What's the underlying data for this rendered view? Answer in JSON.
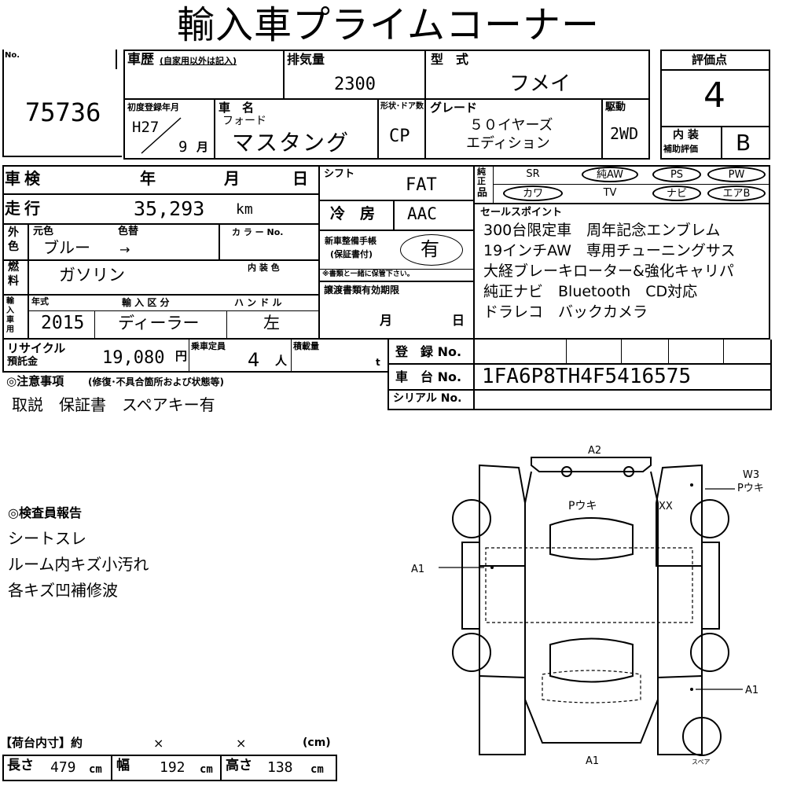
{
  "title": "輸入車プライムコーナー",
  "lot": {
    "label": "No.",
    "number": "75736"
  },
  "history": {
    "label": "車歴",
    "note": "(自家用以外は記入)"
  },
  "displacement": {
    "label": "排気量",
    "value": "2300"
  },
  "model_type": {
    "label": "型　式",
    "value": "フメイ"
  },
  "score": {
    "label": "評価点",
    "value": "4",
    "interior_label_1": "内 装",
    "interior_label_2": "補助評価",
    "interior_value": "B"
  },
  "first_reg": {
    "label": "初度登録年月",
    "era": "H27",
    "month": "9",
    "month_unit": "月"
  },
  "car_name": {
    "label": "車　名",
    "maker": "フォード",
    "name": "マスタング"
  },
  "body": {
    "label": "形状･ドア数",
    "value": "CP"
  },
  "grade": {
    "label": "グレード",
    "line1": "５０イヤーズ",
    "line2": "エディション"
  },
  "drive": {
    "label": "駆動",
    "value": "2WD"
  },
  "inspection": {
    "label": "車検",
    "year": "年",
    "month": "月",
    "day": "日"
  },
  "mileage": {
    "label": "走行",
    "value": "35,293",
    "unit": "km"
  },
  "color": {
    "side_label_1": "外",
    "side_label_2": "色",
    "orig_label": "元色",
    "change_label": "色替",
    "orig": "ブルー",
    "arrow": "→",
    "code_label": "カ ラ ー No."
  },
  "fuel": {
    "side_label_1": "燃",
    "side_label_2": "料",
    "value": "ガソリン",
    "interior_color_label": "内 装 色"
  },
  "import": {
    "side_label": "輸入車用",
    "year_label": "年式",
    "year": "2015",
    "type_label": "輸 入 区 分",
    "type": "ディーラー",
    "handle_label": "ハ ン ド ル",
    "handle": "左"
  },
  "shift": {
    "label": "シフト",
    "value": "FAT"
  },
  "ac": {
    "label": "冷　房",
    "value": "AAC"
  },
  "service_book": {
    "label1": "新車整備手帳",
    "label2": "(保証書付)",
    "value": "有",
    "note": "※書類と一緒に保管下さい。"
  },
  "transfer": {
    "label": "譲渡書類有効期限",
    "month": "月",
    "day": "日"
  },
  "equipment": {
    "side_label_1": "純正",
    "side_label_2": "品",
    "row1": [
      {
        "label": "SR",
        "on": false
      },
      {
        "label": "純AW",
        "on": true
      },
      {
        "label": "PS",
        "on": true
      },
      {
        "label": "PW",
        "on": true
      }
    ],
    "row2": [
      {
        "label": "カワ",
        "on": true
      },
      {
        "label": "TV",
        "on": false
      },
      {
        "label": "ナビ",
        "on": true
      },
      {
        "label": "エアB",
        "on": true
      }
    ]
  },
  "sales_points": {
    "label": "セールスポイント",
    "lines": [
      "300台限定車　周年記念エンブレム",
      "19インチAW　専用チューニングサス",
      "大経ブレーキローター&強化キャリパ",
      "純正ナビ　Bluetooth　CD対応",
      "ドラレコ　バックカメラ"
    ]
  },
  "recycle": {
    "label1": "リサイクル",
    "label2": "預託金",
    "value": "19,080",
    "unit": "円"
  },
  "capacity": {
    "label": "乗車定員",
    "value": "4",
    "unit": "人"
  },
  "load": {
    "label": "積載量",
    "unit": "t"
  },
  "registration": {
    "label": "登　録 No."
  },
  "chassis": {
    "label": "車　台 No.",
    "value": "1FA6P8TH4F5416575"
  },
  "serial": {
    "label": "シリアル No."
  },
  "notes": {
    "label": "◎注意事項",
    "sub": "(修復･不具合箇所および状態等)",
    "text": "取説　保証書　スペアキー有"
  },
  "inspector": {
    "label": "◎検査員報告",
    "lines": [
      "シートスレ",
      "ルーム内キズ小汚れ",
      "各キズ凹補修波"
    ]
  },
  "cargo": {
    "label": "【荷台内寸】約",
    "x1": "×",
    "x2": "×",
    "unit": "(cm)"
  },
  "dimensions": {
    "length_label": "長さ",
    "length": "479",
    "width_label": "幅",
    "width": "192",
    "height_label": "高さ",
    "height": "138",
    "unit": "cm"
  },
  "diagram": {
    "marks": [
      "A2",
      "W3",
      "Pウキ",
      "Pウキ",
      "XX",
      "A1",
      "A1",
      "A1"
    ],
    "spare": "スペア"
  }
}
